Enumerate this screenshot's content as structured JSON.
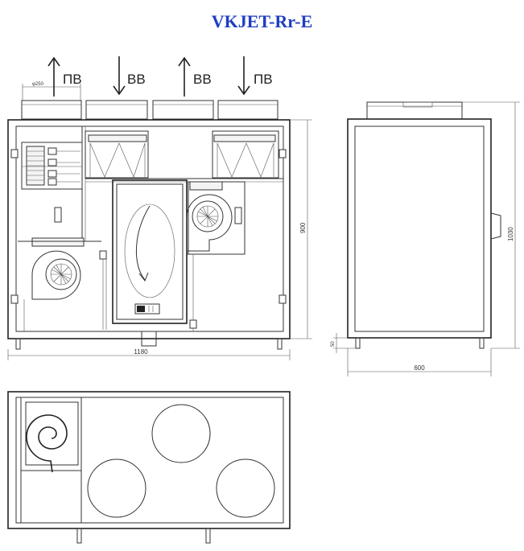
{
  "title": "VKJET-Rr-E",
  "flow_labels": {
    "pv_left": "ПВ",
    "vv_left": "ВВ",
    "vv_right": "ВВ",
    "pv_right": "ПВ"
  },
  "dimensions": {
    "width_front": "1180",
    "height_front": "900",
    "height_side": "1030",
    "depth_side": "600",
    "leg_height": "50",
    "duct_diameter": "φ250"
  },
  "colors": {
    "title": "#1f3fbf",
    "lines": "#333333"
  }
}
